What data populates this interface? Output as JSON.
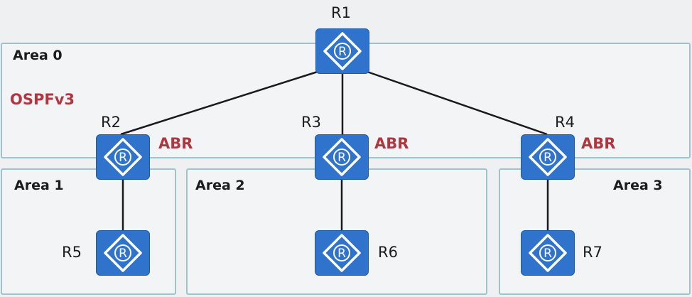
{
  "diagram": {
    "protocol_label": "OSPFv3",
    "areas": [
      {
        "id": "area0",
        "label": "Area 0"
      },
      {
        "id": "area1",
        "label": "Area 1"
      },
      {
        "id": "area2",
        "label": "Area 2"
      },
      {
        "id": "area3",
        "label": "Area 3"
      }
    ],
    "routers": [
      {
        "id": "R1",
        "name": "R1",
        "role": "",
        "area": "Area 0"
      },
      {
        "id": "R2",
        "name": "R2",
        "role": "ABR",
        "area": "Area 0 / Area 1"
      },
      {
        "id": "R3",
        "name": "R3",
        "role": "ABR",
        "area": "Area 0 / Area 2"
      },
      {
        "id": "R4",
        "name": "R4",
        "role": "ABR",
        "area": "Area 0 / Area 3"
      },
      {
        "id": "R5",
        "name": "R5",
        "role": "",
        "area": "Area 1"
      },
      {
        "id": "R6",
        "name": "R6",
        "role": "",
        "area": "Area 2"
      },
      {
        "id": "R7",
        "name": "R7",
        "role": "",
        "area": "Area 3"
      }
    ],
    "links": [
      [
        "R1",
        "R2"
      ],
      [
        "R1",
        "R3"
      ],
      [
        "R1",
        "R4"
      ],
      [
        "R2",
        "R5"
      ],
      [
        "R3",
        "R6"
      ],
      [
        "R4",
        "R7"
      ]
    ],
    "router_icon": "router-icon",
    "router_glyph": "R",
    "colors": {
      "router_fill": "#2f73cc",
      "area_border": "#9fc3cb",
      "abr_text": "#b0373f",
      "link": "#1a1a1a"
    }
  }
}
